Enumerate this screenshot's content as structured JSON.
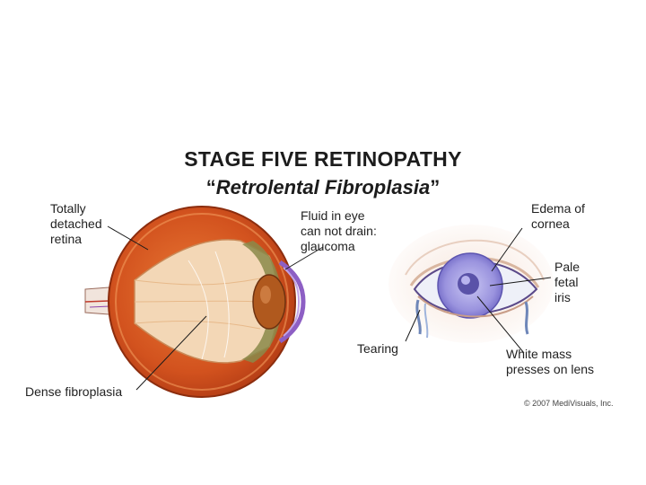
{
  "title": "STAGE FIVE RETINOPATHY",
  "subtitle": "Retrolental Fibroplasia",
  "labels": {
    "totally_detached_retina": "Totally\ndetached\nretina",
    "fluid_in_eye": "Fluid in eye\ncan not drain:\nglaucoma",
    "dense_fibroplasia": "Dense fibroplasia",
    "edema_of_cornea": "Edema of\ncornea",
    "pale_fetal_iris": "Pale\nfetal\niris",
    "tearing": "Tearing",
    "white_mass": "White mass\npresses on lens"
  },
  "copyright": "© 2007 MediVisuals, Inc.",
  "colors": {
    "eyeball_outer": "#c84a1c",
    "eyeball_inner": "#e06a2a",
    "fibroplasia": "#f3d7b6",
    "lens": "#b0591e",
    "cornea": "#8d5fc4",
    "iris": "#8f8ad8",
    "skin": "#f2d9c8"
  }
}
